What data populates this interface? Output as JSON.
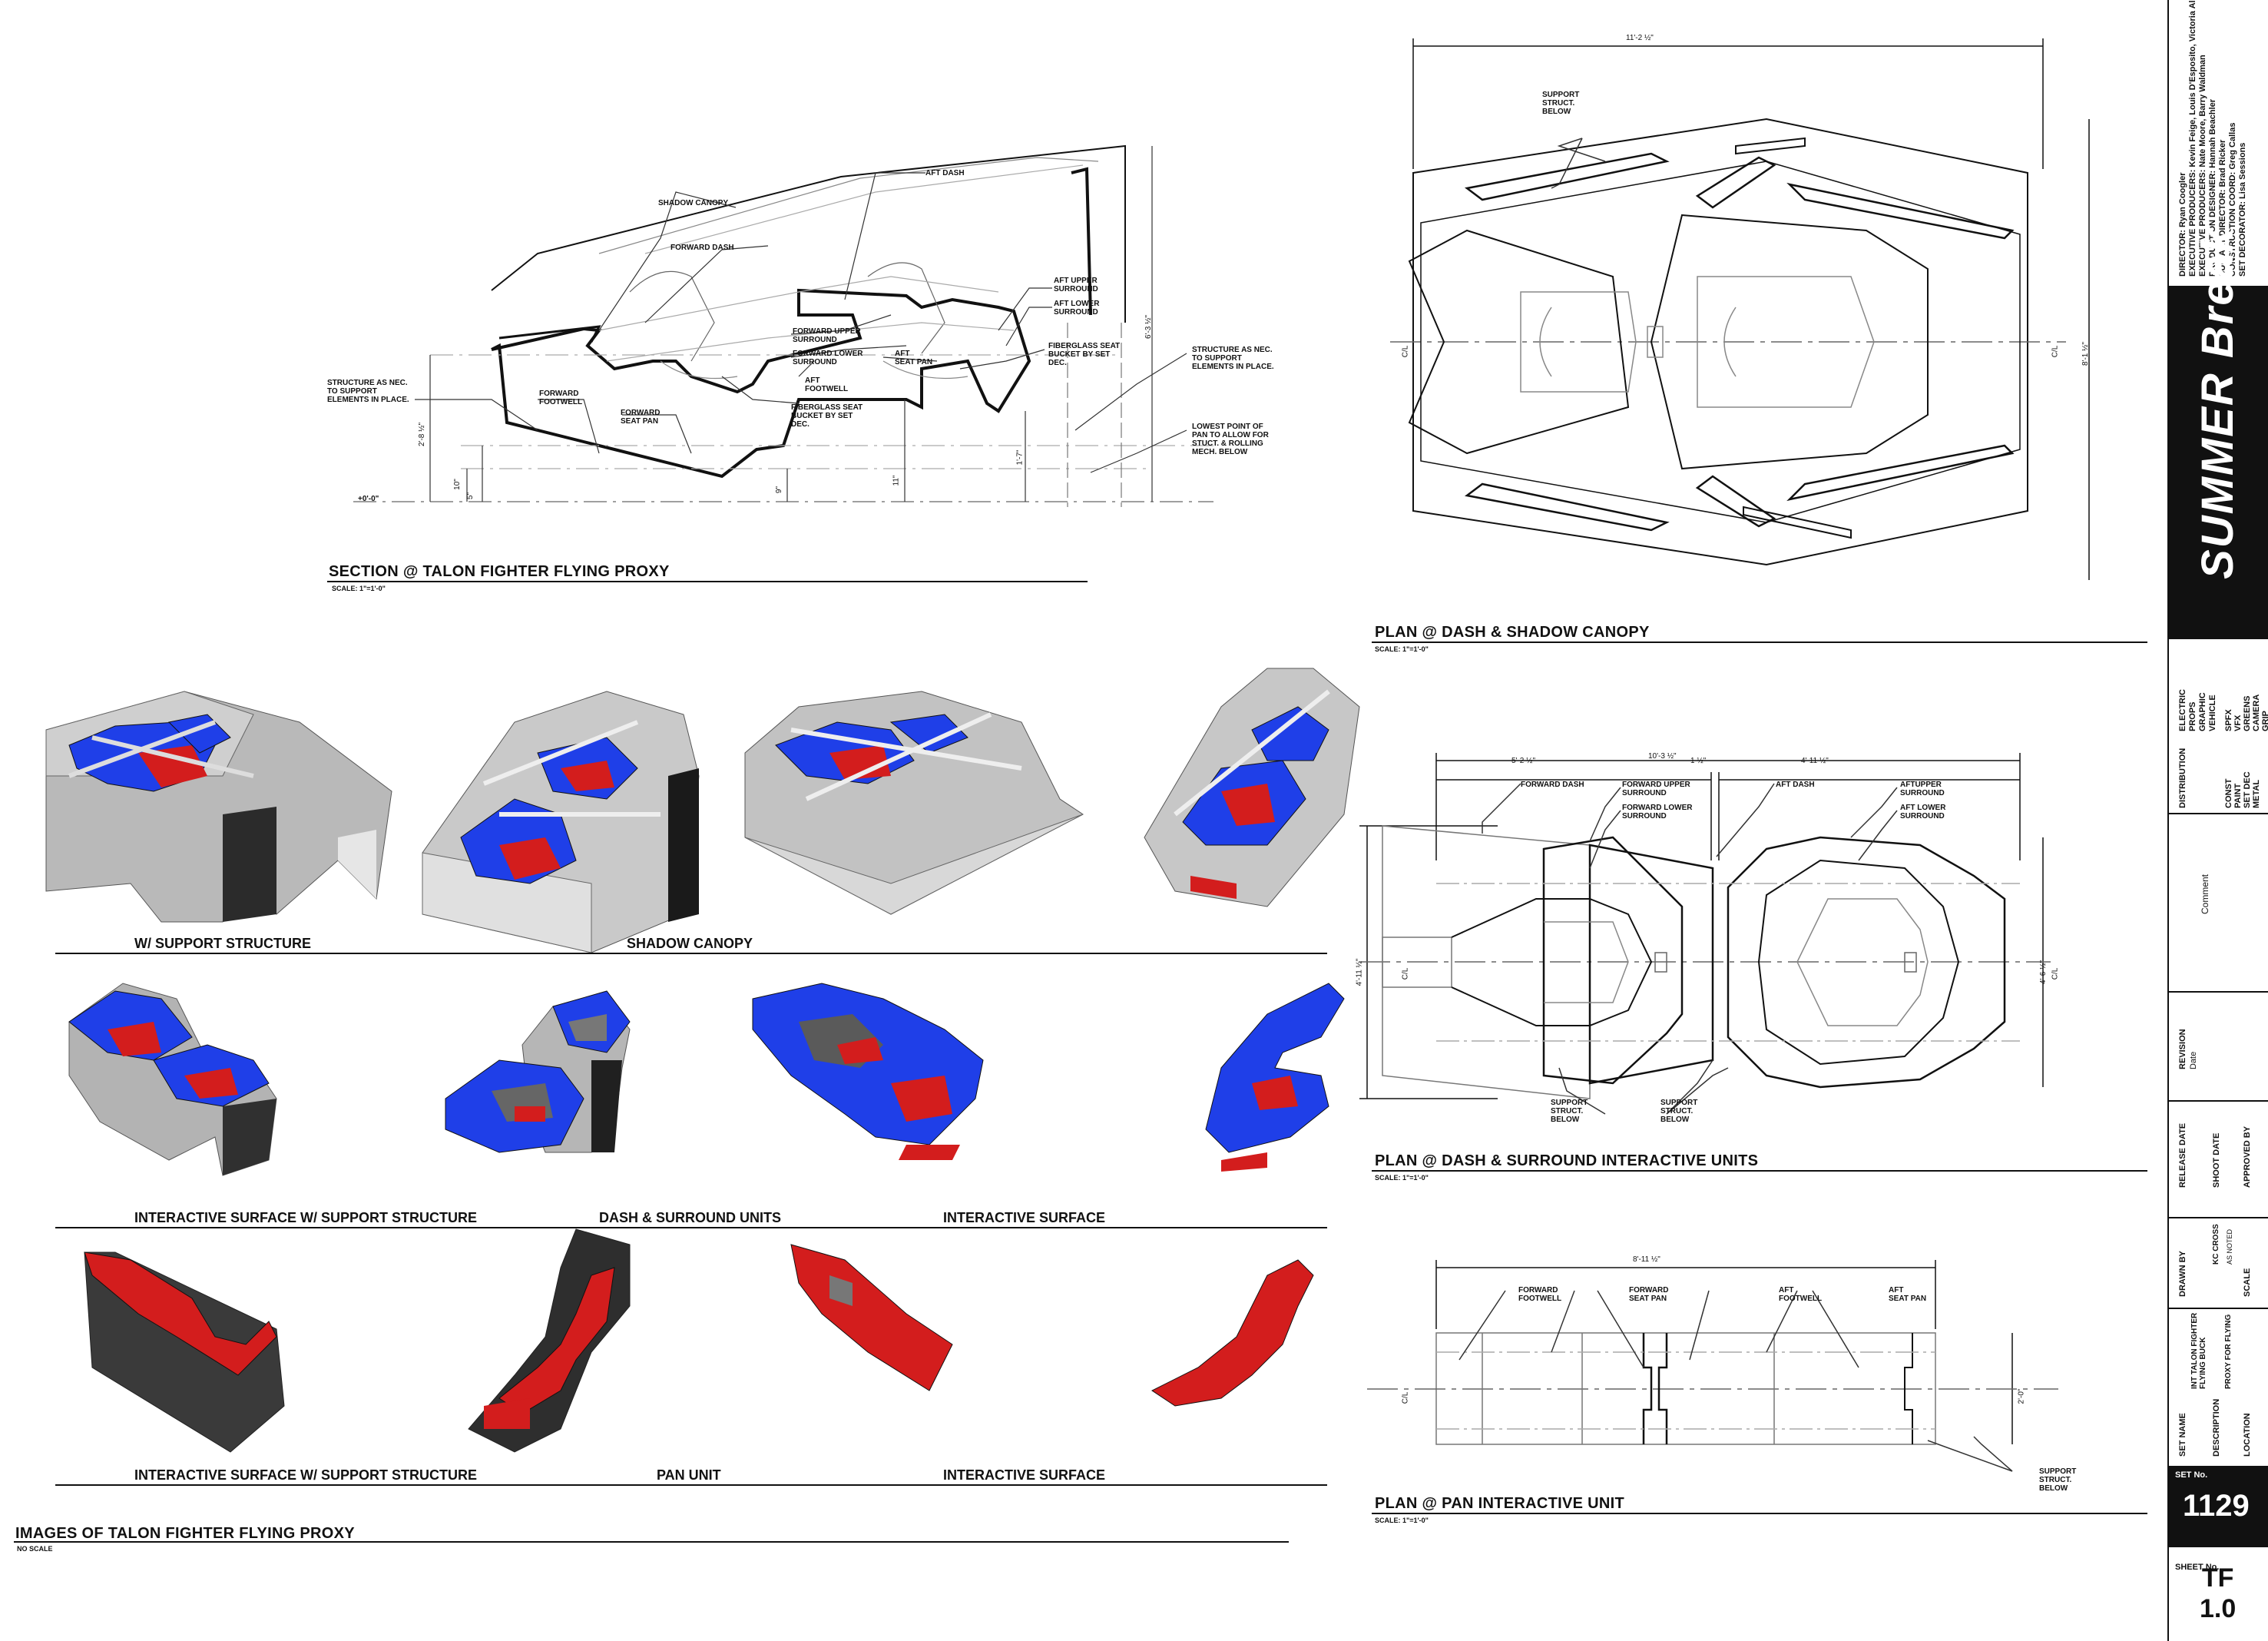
{
  "section_view": {
    "title": "SECTION @ TALON FIGHTER FLYING PROXY",
    "scale": "SCALE: 1\"=1'-0\"",
    "labels": {
      "shadow_canopy": "SHADOW CANOPY",
      "aft_dash": "AFT DASH",
      "forward_dash": "FORWARD DASH",
      "aft_upper_surround": "AFT UPPER\nSURROUND",
      "aft_lower_surround": "AFT LOWER\nSURROUND",
      "forward_upper_surround": "FORWARD UPPER\nSURROUND",
      "forward_lower_surround": "FORWARD LOWER\nSURROUND",
      "aft_seat_pan": "AFT\nSEAT PAN",
      "aft_footwell": "AFT\nFOOTWELL",
      "fiberglass_seat_right": "FIBERGLASS SEAT\nBUCKET BY SET\nDEC.",
      "fiberglass_seat_center": "FIBERGLASS SEAT\nBUCKET BY SET\nDEC.",
      "forward_footwell": "FORWARD\nFOOTWELL",
      "forward_seat_pan": "FORWARD\nSEAT PAN",
      "structure_left": "STRUCTURE AS NEC.\nTO SUPPORT\nELEMENTS IN PLACE.",
      "structure_right": "STRUCTURE AS NEC.\nTO SUPPORT\nELEMENTS IN PLACE.",
      "lowest_point": "LOWEST POINT OF\nPAN TO ALLOW FOR\nSTUCT. & ROLLING\nMECH. BELOW"
    },
    "dims": {
      "height_left": "2'-8 ½\"",
      "height_right": "6'-3 ½\"",
      "datum": "+0'-0\"",
      "d1": "10\"",
      "d2": "5\"",
      "d3": "9\"",
      "d4": "11\"",
      "d5": "1'-7\""
    }
  },
  "plan_canopy": {
    "title": "PLAN @ DASH & SHADOW CANOPY",
    "scale": "SCALE: 1\"=1'-0\"",
    "width": "11'-2 ½\"",
    "height": "8'-1 ½\"",
    "cl_left": "C/L",
    "cl_right": "C/L",
    "support": "SUPPORT\nSTRUCT.\nBELOW"
  },
  "plan_surround": {
    "title": "PLAN @ DASH & SURROUND INTERACTIVE UNITS",
    "scale": "SCALE: 1\"=1'-0\"",
    "overall": "10'-3 ½\"",
    "left_w": "5'-2 ½\"",
    "gap": "1 ½\"",
    "right_w": "4'-11 ½\"",
    "left_h": "4'-11 ½\"",
    "right_h": "4'-6 ½\"",
    "cl_left": "C/L",
    "cl_right": "C/L",
    "forward_dash": "FORWARD DASH",
    "forward_upper": "FORWARD UPPER\nSURROUND",
    "forward_lower": "FORWARD LOWER\nSURROUND",
    "aft_dash": "AFT DASH",
    "aft_upper": "AFTUPPER\nSURROUND",
    "aft_lower": "AFT LOWER\nSURROUND",
    "support_1": "SUPPORT\nSTRUCT.\nBELOW",
    "support_2": "SUPPORT\nSTRUCT.\nBELOW"
  },
  "plan_pan": {
    "title": "PLAN @ PAN INTERACTIVE UNIT",
    "scale": "SCALE: 1\"=1'-0\"",
    "width": "8'-11 ½\"",
    "height": "2'-0\"",
    "cl": "C/L",
    "forward_footwell": "FORWARD\nFOOTWELL",
    "forward_seat_pan": "FORWARD\nSEAT PAN",
    "aft_footwell": "AFT\nFOOTWELL",
    "aft_seat_pan": "AFT\nSEAT PAN",
    "support": "SUPPORT\nSTRUCT.\nBELOW"
  },
  "images": {
    "title": "IMAGES OF TALON FIGHTER FLYING PROXY",
    "scale": "NO SCALE",
    "row1_caption_a": "W/ SUPPORT STRUCTURE",
    "row1_caption_b": "SHADOW CANOPY",
    "row2_caption_a": "INTERACTIVE SURFACE W/ SUPPORT STRUCTURE",
    "row2_caption_b": "DASH & SURROUND UNITS",
    "row2_caption_c": "INTERACTIVE SURFACE",
    "row3_caption_a": "INTERACTIVE SURFACE W/ SUPPORT STRUCTURE",
    "row3_caption_b": "PAN UNIT",
    "row3_caption_c": "INTERACTIVE SURFACE"
  },
  "title_block": {
    "credits": [
      "DIRECTOR: Ryan Coogler",
      "EXECUTIVE PRODUCERS: Kevin Feige, Louis D'Esposito, Victoria Alonso",
      "EXECUTIVE PRODUCERS: Nate Moore, Barry Waldman",
      "PRODUCTION DESIGNER: Hannah Beachler",
      "SUP. ART DIRECTOR: Brad Ricker",
      "CONSTRUCTION COORD: Greg Callas",
      "SET DECORATOR: Lisa Sessions"
    ],
    "logo": "SUMMER Break",
    "departments_a": [
      "ELECTRIC",
      "PROPS",
      "GRAPHIC",
      "VEHICLE"
    ],
    "departments_b": [
      "SPFX",
      "VFX",
      "GREENS",
      "CAMERA",
      "GRIP"
    ],
    "distribution_label": "DISTRIBUTION",
    "departments_c": [
      "CONST",
      "PAINT",
      "SET DEC",
      "METAL"
    ],
    "comment_label": "Comment",
    "revision_label": "REVISION",
    "date_label": "Date",
    "release_date_label": "RELEASE DATE",
    "shoot_date_label": "SHOOT DATE",
    "approved_by_label": "APPROVED BY",
    "drawn_by_label": "DRAWN BY",
    "drawn_by_value": "KC CROSS",
    "scale_label": "SCALE",
    "scale_value": "AS NOTED",
    "set_name_label": "SET NAME",
    "set_name_value": "INT TALON FIGHTER\nFLYING BUCK",
    "description_label": "DESCRIPTION",
    "description_value": "PROXY FOR FLYING",
    "location_label": "LOCATION",
    "set_no_label": "SET No.",
    "set_no_value": "1129",
    "sheet_no_label": "SHEET No.",
    "sheet_no_value": "TF\n1.0"
  }
}
